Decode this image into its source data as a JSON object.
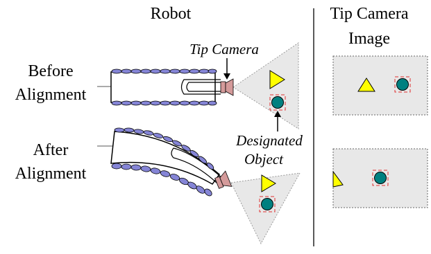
{
  "headers": {
    "robot": "Robot",
    "tip_camera_line1": "Tip Camera",
    "tip_camera_line2": "Image"
  },
  "rows": {
    "before_line1": "Before",
    "before_line2": "Alignment",
    "after_line1": "After",
    "after_line2": "Alignment"
  },
  "annotations": {
    "tip_camera": "Tip Camera",
    "designated_line1": "Designated",
    "designated_line2": "Object"
  },
  "colors": {
    "triangle_fill": "#ffff00",
    "circle_fill": "#008080",
    "bellows_fill": "#8585d6",
    "camera_fill": "#d49a9a",
    "fov_fill": "#e8e8e8",
    "target_box": "#e03030"
  }
}
